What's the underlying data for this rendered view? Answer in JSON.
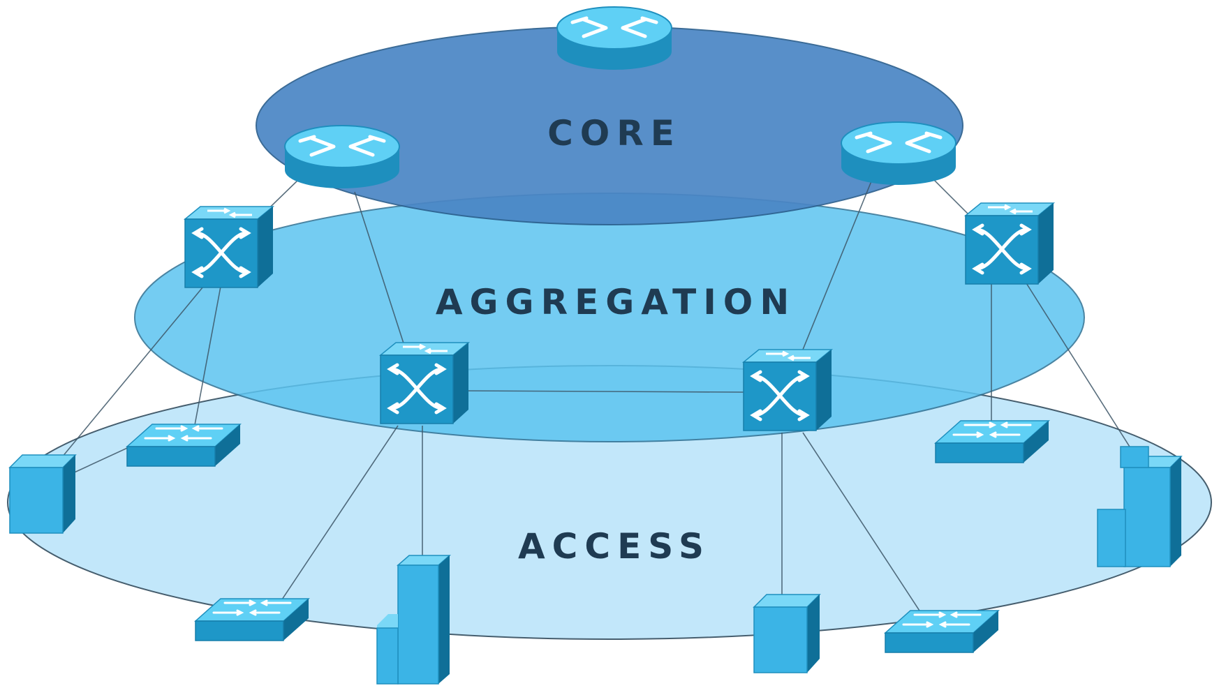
{
  "diagram": {
    "layers": {
      "core": {
        "label": "CORE"
      },
      "aggregation": {
        "label": "AGGREGATION"
      },
      "access": {
        "label": "ACCESS"
      }
    },
    "colors": {
      "core_layer": "#4a86c5",
      "aggregation_layer": "#5cc4f0",
      "access_layer": "#bfe6fa",
      "device_top": "#5fd0f5",
      "device_side": "#1e97c8",
      "device_dark": "#0f6f98",
      "link": "#3c5566",
      "label": "#1f3b52"
    },
    "icons": {
      "router": "router-icon",
      "aggregation_switch": "switch-icon",
      "access_switch": "access-switch-icon",
      "server": "server-icon",
      "building": "building-icon"
    }
  }
}
